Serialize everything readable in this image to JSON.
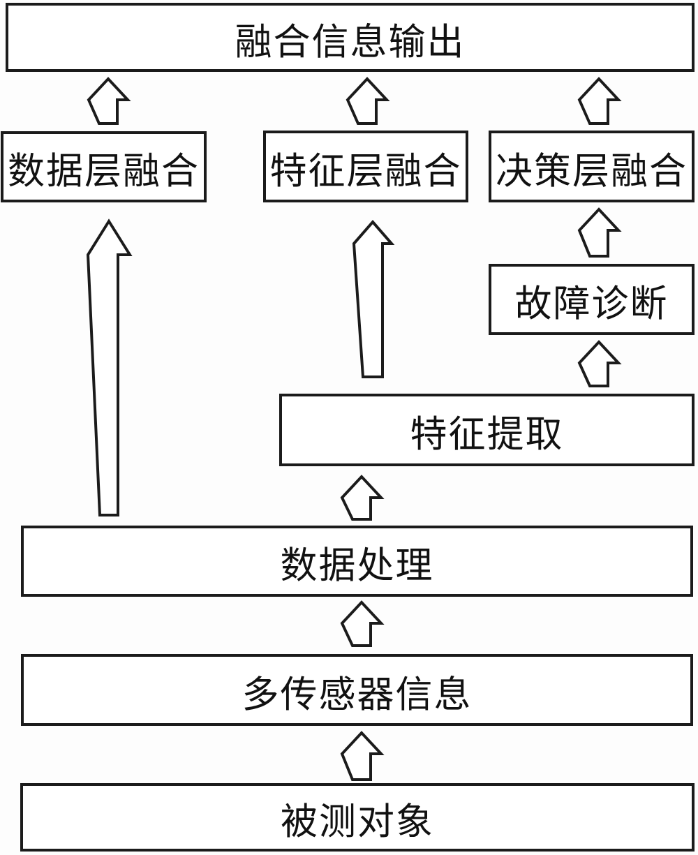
{
  "diagram": {
    "type": "flowchart",
    "language": "zh",
    "background_color": "#ffffff",
    "line_color": "#1b1b1b",
    "box_fill_color": "#ffffff",
    "nodes": {
      "fusion_output": {
        "label": "融合信息输出"
      },
      "data_layer_fusion": {
        "label": "数据层融合"
      },
      "feature_layer_fusion": {
        "label": "特征层融合"
      },
      "decision_layer_fusion": {
        "label": "决策层融合"
      },
      "fault_diagnosis": {
        "label": "故障诊断"
      },
      "feature_extraction": {
        "label": "特征提取"
      },
      "data_processing": {
        "label": "数据处理"
      },
      "multi_sensor_info": {
        "label": "多传感器信息"
      },
      "measured_object": {
        "label": "被测对象"
      }
    },
    "edges": [
      {
        "from": "被测对象",
        "to": "多传感器信息",
        "style": "block-arrow-up"
      },
      {
        "from": "多传感器信息",
        "to": "数据处理",
        "style": "block-arrow-up"
      },
      {
        "from": "数据处理",
        "to": "特征提取",
        "style": "block-arrow-up"
      },
      {
        "from": "数据处理",
        "to": "数据层融合",
        "style": "long-block-arrow-up"
      },
      {
        "from": "特征提取",
        "to": "特征层融合",
        "style": "long-block-arrow-up"
      },
      {
        "from": "特征提取",
        "to": "故障诊断",
        "style": "block-arrow-up"
      },
      {
        "from": "故障诊断",
        "to": "决策层融合",
        "style": "block-arrow-up"
      },
      {
        "from": "数据层融合",
        "to": "融合信息输出",
        "style": "block-arrow-up"
      },
      {
        "from": "特征层融合",
        "to": "融合信息输出",
        "style": "block-arrow-up"
      },
      {
        "from": "决策层融合",
        "to": "融合信息输出",
        "style": "block-arrow-up"
      }
    ]
  }
}
